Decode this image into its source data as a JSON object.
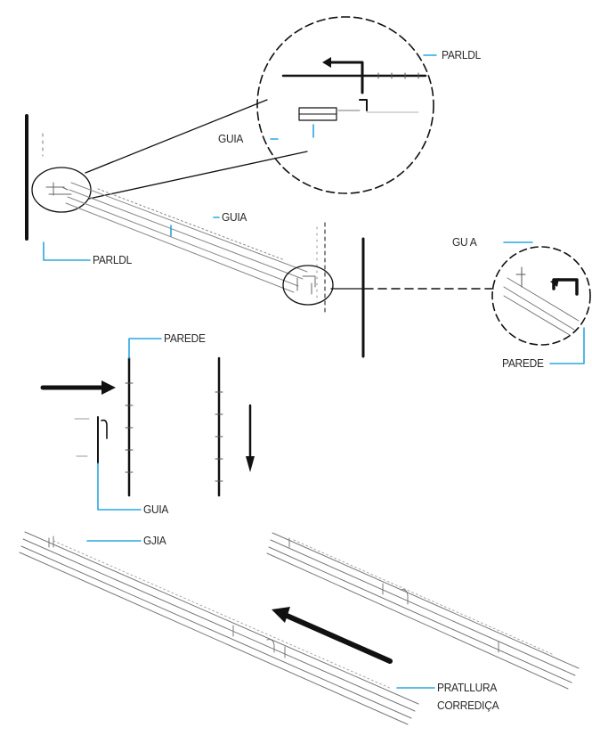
{
  "accent_color": "#2aa7df",
  "ink_color": "#111111",
  "labels": {
    "top_detail_wall": "PARLDL",
    "top_detail_guide": "GUIA",
    "rail_guide": "GUIA",
    "left_wall": "PARLDL",
    "right_detail_guide": "GU A",
    "right_detail_wall": "PAREDE",
    "middle_wall": "PAREDE",
    "middle_guide": "GUIA",
    "bottom_guide": "GJIA",
    "bottom_part_line1": "PRATLLURA",
    "bottom_part_line2": "CORREDIÇA"
  }
}
